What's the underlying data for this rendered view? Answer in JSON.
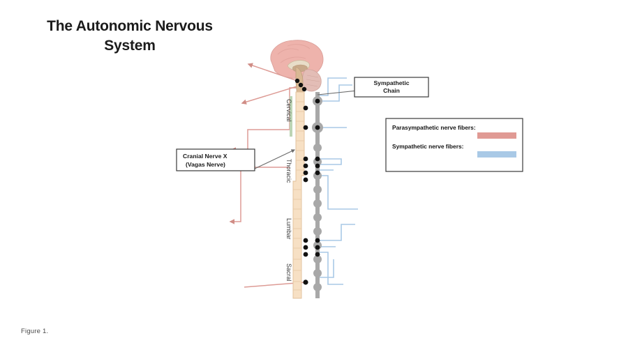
{
  "slide": {
    "title_line1": "The Autonomic Nervous",
    "title_line2": "System",
    "caption": "Figure 1."
  },
  "colors": {
    "parasympathetic": "#e09a94",
    "sympathetic": "#a9c9e6",
    "chain_gray": "#a8a8a8",
    "vertebra_tan": "#f4d9b8",
    "brain_pink": "#eeb3ac",
    "brainstem_tan": "#d9b894",
    "cervical_green": "#bcd4b4",
    "ganglion_black": "#111111",
    "leader_gray": "#6b6b6b",
    "box_border": "#3a3a3a",
    "title_color": "#1b1b1b"
  },
  "callouts": [
    {
      "name": "sympathetic-chain",
      "line1": "Sympathetic",
      "line2": "Chain"
    },
    {
      "name": "cranial-nerve-x",
      "line1": "Cranial Nerve X",
      "line2": "(Vagas Nerve)"
    }
  ],
  "legend": {
    "items": [
      {
        "label": "Parasympathetic nerve fibers:",
        "swatch": "#e09a94"
      },
      {
        "label": "Sympathetic nerve fibers:",
        "swatch": "#a9c9e6"
      }
    ]
  },
  "spine_regions": [
    {
      "label": "Cervical"
    },
    {
      "label": "Thoracic"
    },
    {
      "label": "Lumbar"
    },
    {
      "label": "Sacral"
    }
  ]
}
